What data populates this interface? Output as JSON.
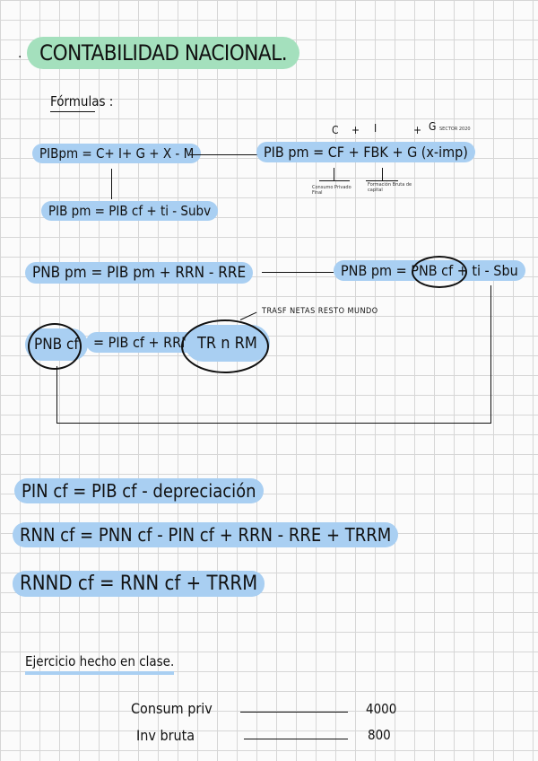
{
  "title": "CONTABILIDAD NACIONAL.",
  "formulas_label": "Fórmulas :",
  "row1": {
    "left": "PIBpm = C+ I+ G + X - M",
    "top_labels": {
      "c": "C",
      "plus1": "+",
      "i": "I",
      "plus2": "+",
      "g": "G",
      "g_note": "SECTOR 2020"
    },
    "right": "PIB pm = CF + FBK + G (x-imp)",
    "note_cf": "Consumo Privado Final",
    "note_fbk": "Formación Bruta de capital"
  },
  "row2": "PIB pm = PIB cf + ti - Subv",
  "row3": {
    "left": "PNB pm = PIB pm + RRN - RRE",
    "right": "PNB pm = PNB cf + ti - Sbu"
  },
  "row4": {
    "pnb": "PNB cf",
    "rest": "= PIB cf + RRN +",
    "tr": "TR n RM",
    "note": "TRASF NETAS RESTO MUNDO"
  },
  "formula_pin": "PIN cf = PIB cf - depreciación",
  "formula_rnn": "RNN cf = PNN cf - PIN cf + RRN - RRE + TRRM",
  "formula_rnnd": "RNND cf = RNN cf + TRRM",
  "exercise_title": "Ejercicio hecho en clase.",
  "exercise_items": [
    {
      "label": "Consum priv",
      "value": "4000"
    },
    {
      "label": "Inv bruta",
      "value": "800"
    }
  ]
}
